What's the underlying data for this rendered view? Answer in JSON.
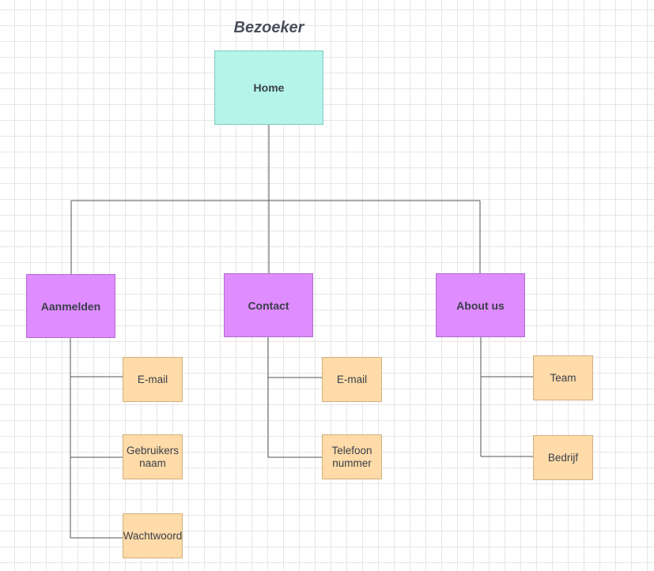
{
  "diagram": {
    "title": "Bezoeker",
    "root": {
      "id": "home",
      "label": "Home"
    },
    "branches": [
      {
        "id": "aanmelden",
        "label": "Aanmelden",
        "children": [
          {
            "id": "aanmelden-email",
            "label": "E-mail"
          },
          {
            "id": "aanmelden-gebruikersnaam",
            "label": "Gebruikers\nnaam"
          },
          {
            "id": "aanmelden-wachtwoord",
            "label": "Wachtwoord"
          }
        ]
      },
      {
        "id": "contact",
        "label": "Contact",
        "children": [
          {
            "id": "contact-email",
            "label": "E-mail"
          },
          {
            "id": "contact-telefoonnummer",
            "label": "Telefoon\nnummer"
          }
        ]
      },
      {
        "id": "about-us",
        "label": "About us",
        "children": [
          {
            "id": "about-team",
            "label": "Team"
          },
          {
            "id": "about-bedrijf",
            "label": "Bedrijf"
          }
        ]
      }
    ]
  },
  "colors": {
    "root_fill": "#b5f4ea",
    "branch_fill": "#df8cff",
    "leaf_fill": "#fedba8",
    "connector": "#555555",
    "grid": "#e6e6e6"
  }
}
